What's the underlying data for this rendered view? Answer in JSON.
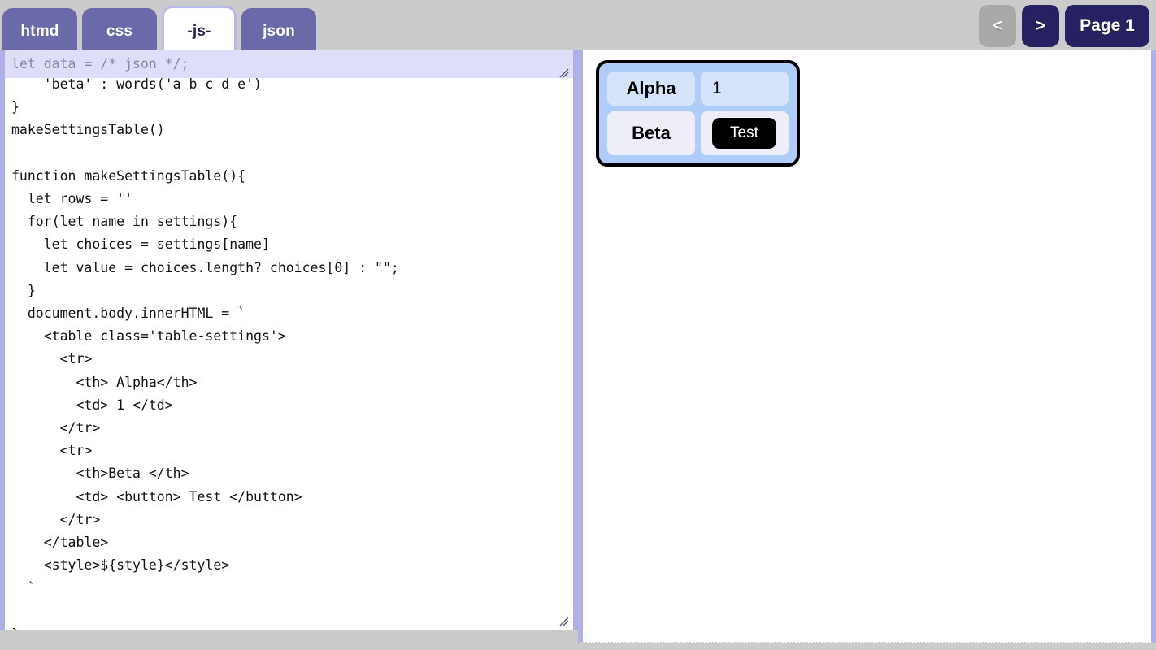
{
  "app": {
    "background_color": "#cbcbcb",
    "accent_color": "#6a6aab",
    "accent_dark": "#262261",
    "border_color": "#b0b0e8"
  },
  "tabs": [
    {
      "label": "htmd",
      "active": false
    },
    {
      "label": "css",
      "active": false
    },
    {
      "label": "-js-",
      "active": true
    },
    {
      "label": "json",
      "active": false
    }
  ],
  "pager": {
    "prev_label": "<",
    "next_label": ">",
    "page_label": "Page 1"
  },
  "editor": {
    "json_overlay_value": "let data = /* json */;",
    "json_overlay_placeholder": "let data = /* json */;",
    "code": "    'beta' : words('a b c d e')\n}\nmakeSettingsTable()\n\nfunction makeSettingsTable(){\n  let rows = ''\n  for(let name in settings){\n    let choices = settings[name]\n    let value = choices.length? choices[0] : \"\";\n  }\n  document.body.innerHTML = `\n    <table class='table-settings'>\n      <tr>\n        <th> Alpha</th>\n        <td> 1 </td>\n      </tr>\n      <tr>\n        <th>Beta </th>\n        <td> <button> Test </button>\n      </tr>\n    </table>\n    <style>${style}</style>\n  `\n\n}"
  },
  "preview": {
    "table": {
      "rows": [
        {
          "header": "Alpha",
          "value": "1",
          "kind": "text"
        },
        {
          "header": "Beta",
          "value": "Test",
          "kind": "button"
        }
      ]
    }
  }
}
